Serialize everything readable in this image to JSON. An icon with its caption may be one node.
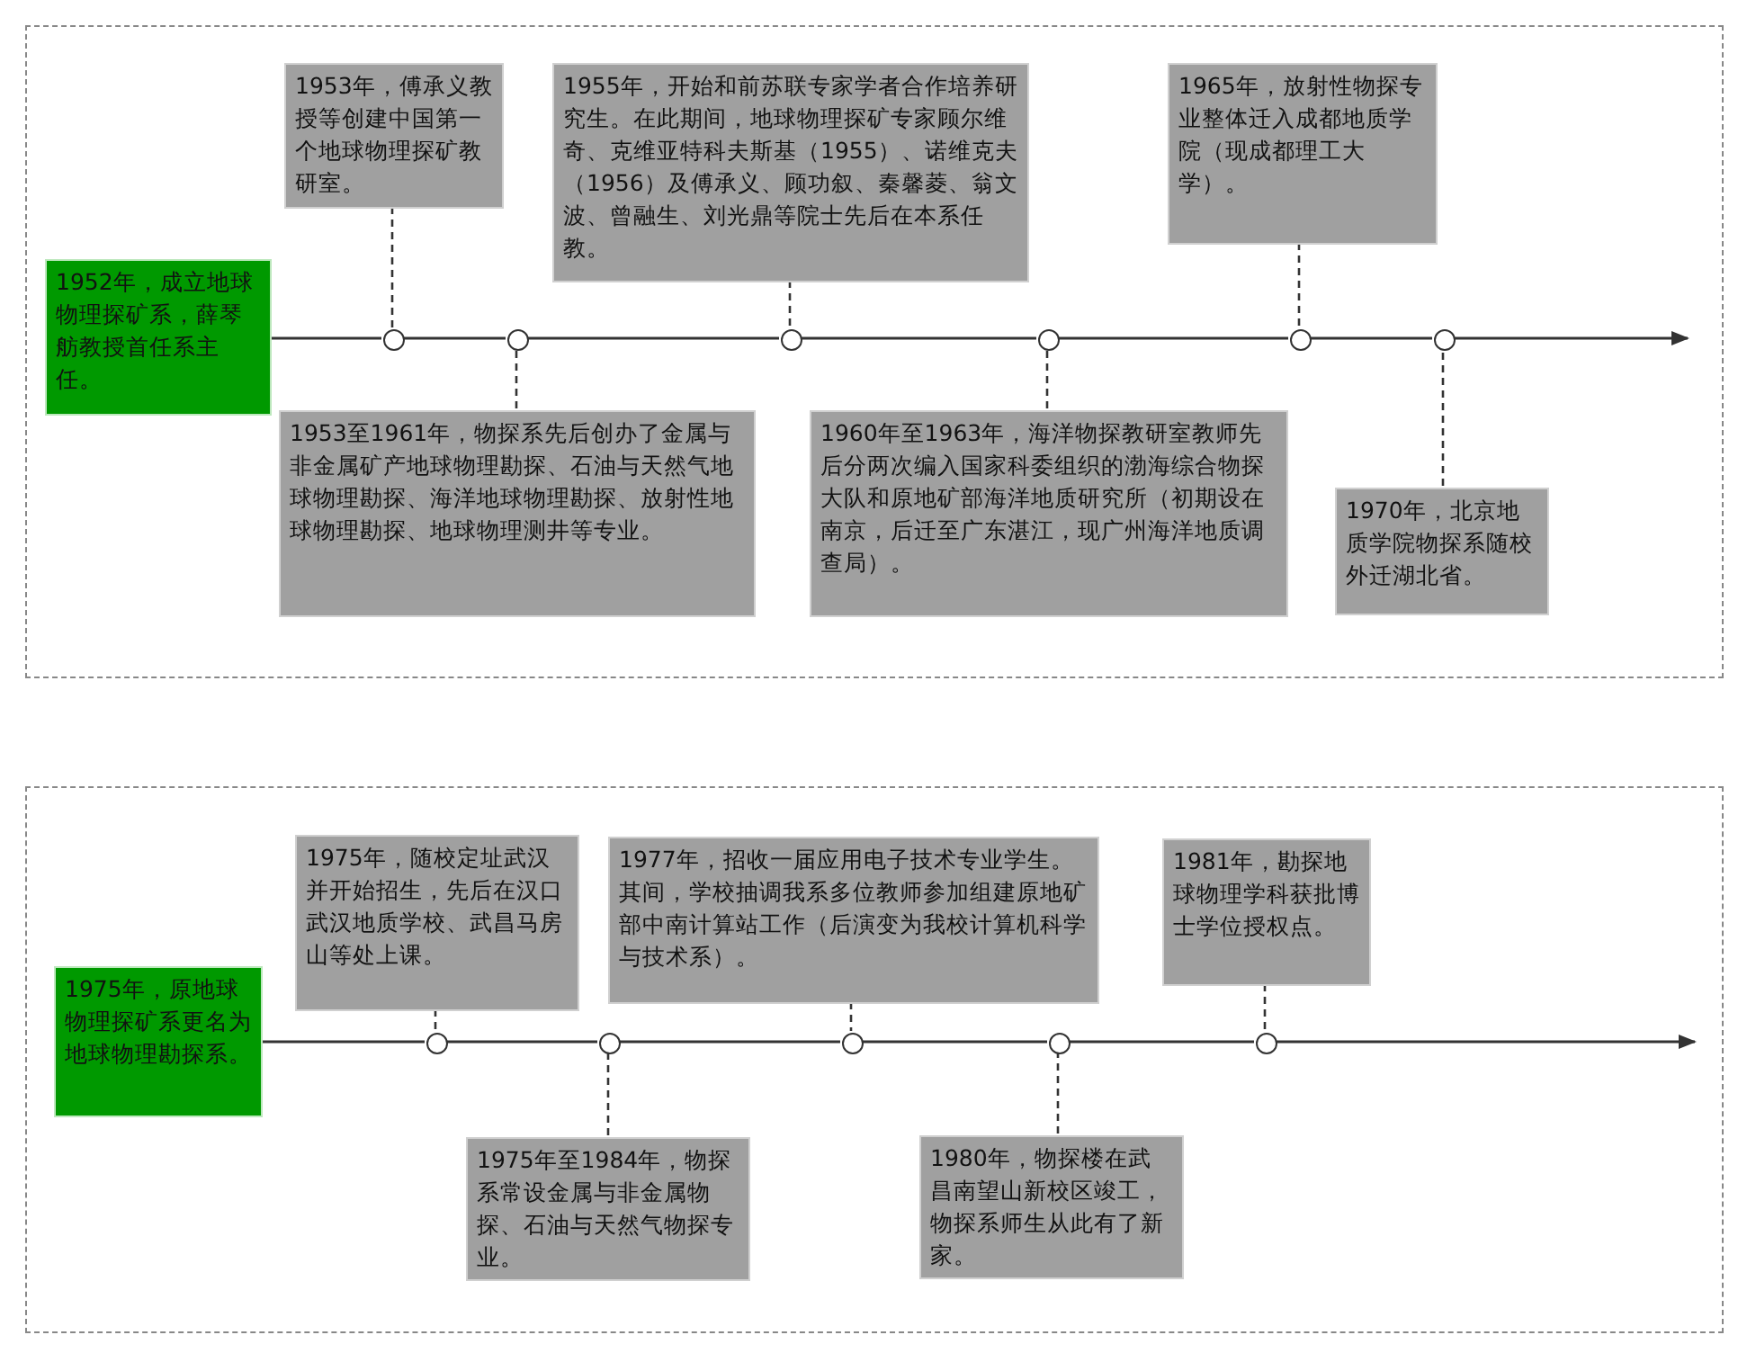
{
  "diagram": {
    "nodes": [
      {
        "text": [],
        "shape": "box"
      },
      {
        "text": [
          "1952年，成立地球物理探矿系，薛琴舫教授首任系主任。"
        ],
        "in": 0
      },
      {
        "text": [
          "1953年，傅承义教授等创建中国第一个地球物理探矿教研室。"
        ],
        "in": 0
      },
      {
        "text": [
          "1955年，开始和前苏联专家学者合作培养研究生。在此期间，地球物理探矿专家顾尔维奇、克维亚特科夫斯基（1955）、诺维克夫（1956）及傅承义、顾功叙、秦馨菱、翁文波、曾融生、刘光鼎等院士先后在本系任教。"
        ],
        "in": 0
      },
      {
        "text": [
          "1965年，放射性物探专业整体迁入成都地质学院（现成都理工大学）。"
        ],
        "in": 0
      },
      {
        "text": [
          "1953至1961年，物探系先后创办了金属与非金属矿产地球物理勘探、石油与天然气地球物理勘探、海洋地球物理勘探、放射性地球物理勘探、地球物理测井等专业。"
        ],
        "in": 0
      },
      {
        "text": [
          "1960年至1963年，海洋物探教研室教师先后分两次编入国家科委组织的渤海综合物探大队和原地矿部海洋地质研究所（初期设在南京，后迁至广东湛江，现广州海洋地质调查局）。"
        ],
        "in": 0
      },
      {
        "text": [
          "1970年，北京地质学院物探系随校外迁湖北省。"
        ],
        "in": 0
      },
      {
        "text": [],
        "shape": "circle",
        "in": 0
      },
      {
        "text": [],
        "shape": "circle",
        "in": 0
      },
      {
        "text": [],
        "shape": "circle",
        "in": 0
      },
      {
        "text": [],
        "shape": "circle",
        "in": 0
      },
      {
        "text": [],
        "shape": "circle",
        "in": 0
      },
      {
        "text": [],
        "shape": "circle",
        "in": 0
      },
      {
        "text": [],
        "shape": "box"
      },
      {
        "text": [
          "1975年，原地球物理探矿系更名为地球物理勘探系。"
        ],
        "in": 14
      },
      {
        "text": [
          "1975年，随校定址武汉并开始招生，先后在汉口武汉地质学校、武昌马房山等处上课。"
        ],
        "in": 14
      },
      {
        "text": [
          "1977年，招收一届应用电子技术专业学生。其间，学校抽调我系多位教师参加组建原地矿部中南计算站工作（后演变为我校计算机科学与技术系）。"
        ],
        "in": 14
      },
      {
        "text": [
          "1981年，勘探地球物理学科获批博士学位授权点。"
        ],
        "in": 14
      },
      {
        "text": [
          "1975年至1984年，物探系常设金属与非金属物探、石油与天然气物探专业。"
        ],
        "in": 14
      },
      {
        "text": [
          "1980年，物探楼在武昌南望山新校区竣工，物探系师生从此有了新家。"
        ],
        "in": 14
      },
      {
        "text": [],
        "shape": "circle",
        "in": 14
      },
      {
        "text": [],
        "shape": "circle",
        "in": 14
      },
      {
        "text": [],
        "shape": "circle",
        "in": 14
      },
      {
        "text": [],
        "shape": "circle",
        "in": 14
      },
      {
        "text": [],
        "shape": "circle",
        "in": 14
      }
    ],
    "edges": [
      {
        "from": 2,
        "to": 8,
        "arrow": "none",
        "style": "dashed"
      },
      {
        "from": 5,
        "to": 9,
        "arrow": "none",
        "style": "dashed"
      },
      {
        "from": 3,
        "to": 10,
        "arrow": "none",
        "style": "dashed"
      },
      {
        "from": 6,
        "to": 11,
        "arrow": "none",
        "style": "dashed"
      },
      {
        "from": 4,
        "to": 12,
        "arrow": "none",
        "style": "dashed"
      },
      {
        "from": 7,
        "to": 13,
        "arrow": "none",
        "style": "dashed"
      },
      {
        "from": 16,
        "to": 21,
        "arrow": "none",
        "style": "dashed"
      },
      {
        "from": 19,
        "to": 22,
        "arrow": "none",
        "style": "dashed"
      },
      {
        "from": 17,
        "to": 23,
        "arrow": "none",
        "style": "dashed"
      },
      {
        "from": 20,
        "to": 24,
        "arrow": "none",
        "style": "dashed"
      },
      {
        "from": 18,
        "to": 25,
        "arrow": "none",
        "style": "dashed"
      },
      {
        "from": 1,
        "to": 8,
        "arrow": "none"
      },
      {
        "from": 8,
        "to": 9,
        "arrow": "none"
      },
      {
        "from": 9,
        "to": 10,
        "arrow": "none"
      },
      {
        "from": 10,
        "to": 11,
        "arrow": "none"
      },
      {
        "from": 11,
        "to": 12,
        "arrow": "none"
      },
      {
        "from": 12,
        "to": 13,
        "arrow": "none"
      },
      {
        "from": 13,
        "to": null,
        "arrow": "to"
      },
      {
        "from": 15,
        "to": 21,
        "arrow": "none"
      },
      {
        "from": 21,
        "to": 22,
        "arrow": "none"
      },
      {
        "from": 22,
        "to": 23,
        "arrow": "none"
      },
      {
        "from": 23,
        "to": 24,
        "arrow": "none"
      },
      {
        "from": 24,
        "to": 25,
        "arrow": "none"
      },
      {
        "from": 25,
        "to": null,
        "arrow": "to"
      }
    ]
  }
}
